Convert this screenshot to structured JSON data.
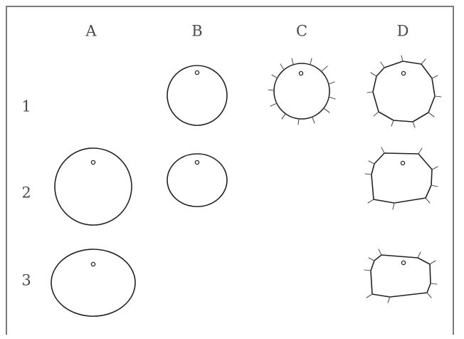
{
  "columns": [
    "A",
    "B",
    "C",
    "D"
  ],
  "rows": [
    "1",
    "2",
    "3"
  ],
  "cells": [
    {
      "id": "B1",
      "shape": "circle",
      "spikes": false
    },
    {
      "id": "C1",
      "shape": "circle",
      "spikes": true
    },
    {
      "id": "D1",
      "shape": "polygon",
      "spikes": true
    },
    {
      "id": "A2",
      "shape": "circle",
      "spikes": false
    },
    {
      "id": "B2",
      "shape": "circle",
      "spikes": false
    },
    {
      "id": "D2",
      "shape": "polygon",
      "spikes": true
    },
    {
      "id": "A3",
      "shape": "circle",
      "spikes": false
    },
    {
      "id": "D3",
      "shape": "polygon",
      "spikes": true
    }
  ]
}
